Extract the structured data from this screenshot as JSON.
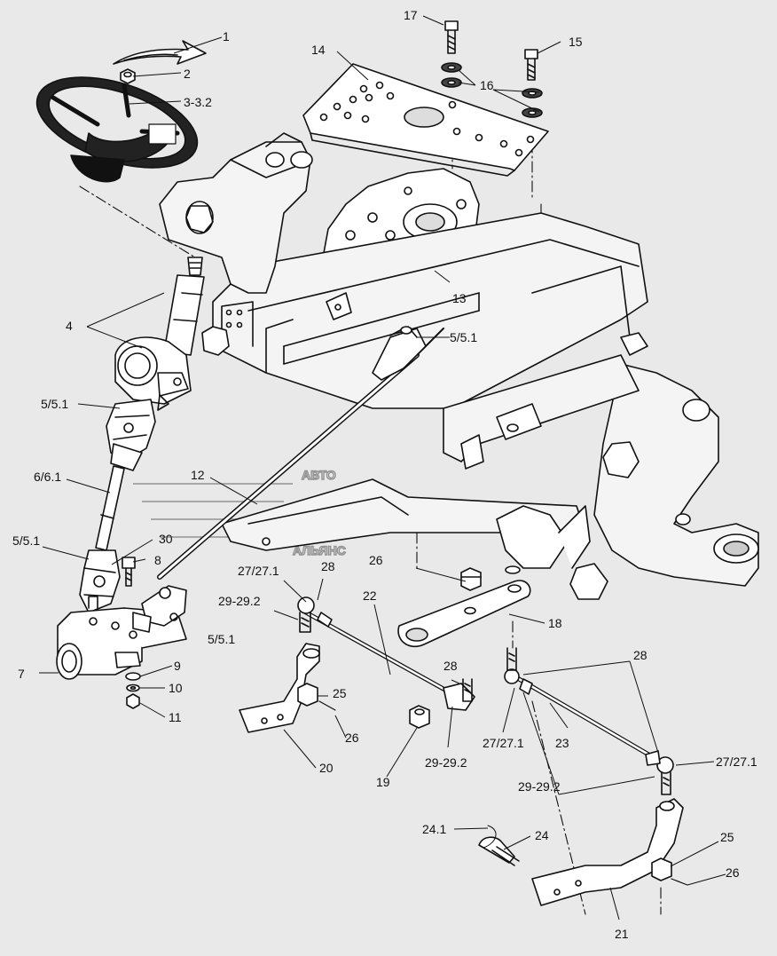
{
  "watermark": {
    "line1": "АВТО",
    "line2": "АЛЬЯНС"
  },
  "callouts": [
    {
      "id": "c1",
      "text": "1"
    },
    {
      "id": "c2",
      "text": "2"
    },
    {
      "id": "c3",
      "text": "3-3.2"
    },
    {
      "id": "c4",
      "text": "4"
    },
    {
      "id": "c5a",
      "text": "5/5.1"
    },
    {
      "id": "c5b",
      "text": "5/5.1"
    },
    {
      "id": "c5c",
      "text": "5/5.1"
    },
    {
      "id": "c5d",
      "text": "5/5.1"
    },
    {
      "id": "c6",
      "text": "6/6.1"
    },
    {
      "id": "c7",
      "text": "7"
    },
    {
      "id": "c8",
      "text": "8"
    },
    {
      "id": "c9",
      "text": "9"
    },
    {
      "id": "c10",
      "text": "10"
    },
    {
      "id": "c11",
      "text": "11"
    },
    {
      "id": "c12",
      "text": "12"
    },
    {
      "id": "c13",
      "text": "13"
    },
    {
      "id": "c14",
      "text": "14"
    },
    {
      "id": "c15",
      "text": "15"
    },
    {
      "id": "c16",
      "text": "16"
    },
    {
      "id": "c17",
      "text": "17"
    },
    {
      "id": "c18",
      "text": "18"
    },
    {
      "id": "c19",
      "text": "19"
    },
    {
      "id": "c20",
      "text": "20"
    },
    {
      "id": "c21",
      "text": "21"
    },
    {
      "id": "c22",
      "text": "22"
    },
    {
      "id": "c23",
      "text": "23"
    },
    {
      "id": "c24",
      "text": "24"
    },
    {
      "id": "c241",
      "text": "24.1"
    },
    {
      "id": "c25a",
      "text": "25"
    },
    {
      "id": "c25b",
      "text": "25"
    },
    {
      "id": "c26a",
      "text": "26"
    },
    {
      "id": "c26b",
      "text": "26"
    },
    {
      "id": "c26c",
      "text": "26"
    },
    {
      "id": "c27a",
      "text": "27/27.1"
    },
    {
      "id": "c27b",
      "text": "27/27.1"
    },
    {
      "id": "c27c",
      "text": "27/27.1"
    },
    {
      "id": "c28a",
      "text": "28"
    },
    {
      "id": "c28b",
      "text": "28"
    },
    {
      "id": "c28c",
      "text": "28"
    },
    {
      "id": "c29a",
      "text": "29-29.2"
    },
    {
      "id": "c29b",
      "text": "29-29.2"
    },
    {
      "id": "c29c",
      "text": "29-29.2"
    },
    {
      "id": "c30",
      "text": "30"
    }
  ]
}
